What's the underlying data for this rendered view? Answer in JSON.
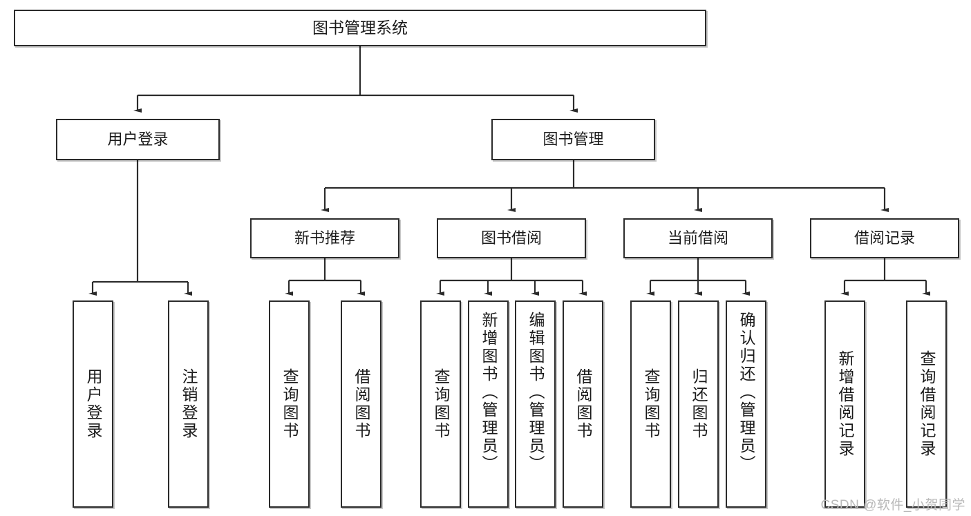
{
  "diagram": {
    "title": "图书管理系统",
    "type": "hierarchy-tree",
    "watermark": "CSDN @软件_小贺同学",
    "colors": {
      "box_border": "#2b2b2b",
      "box_fill": "#ffffff",
      "connector": "#2b2b2b",
      "watermark": "#b9b9b9"
    },
    "root": {
      "label": "图书管理系统"
    },
    "level2": [
      {
        "label": "用户登录"
      },
      {
        "label": "图书管理"
      }
    ],
    "level3": [
      {
        "label": "新书推荐"
      },
      {
        "label": "图书借阅"
      },
      {
        "label": "当前借阅"
      },
      {
        "label": "借阅记录"
      }
    ],
    "leaves": {
      "user_login": [
        {
          "label": "用户登录"
        },
        {
          "label": "注销登录"
        }
      ],
      "new_book": [
        {
          "label": "查询图书"
        },
        {
          "label": "借阅图书"
        }
      ],
      "book_borrow": [
        {
          "label": "查询图书"
        },
        {
          "label": "新增图书（管理员）"
        },
        {
          "label": "编辑图书（管理员）"
        },
        {
          "label": "借阅图书"
        }
      ],
      "current_borrow": [
        {
          "label": "查询图书"
        },
        {
          "label": "归还图书"
        },
        {
          "label": "确认归还（管理员）"
        }
      ],
      "borrow_record": [
        {
          "label": "新增借阅记录"
        },
        {
          "label": "查询借阅记录"
        }
      ]
    }
  }
}
